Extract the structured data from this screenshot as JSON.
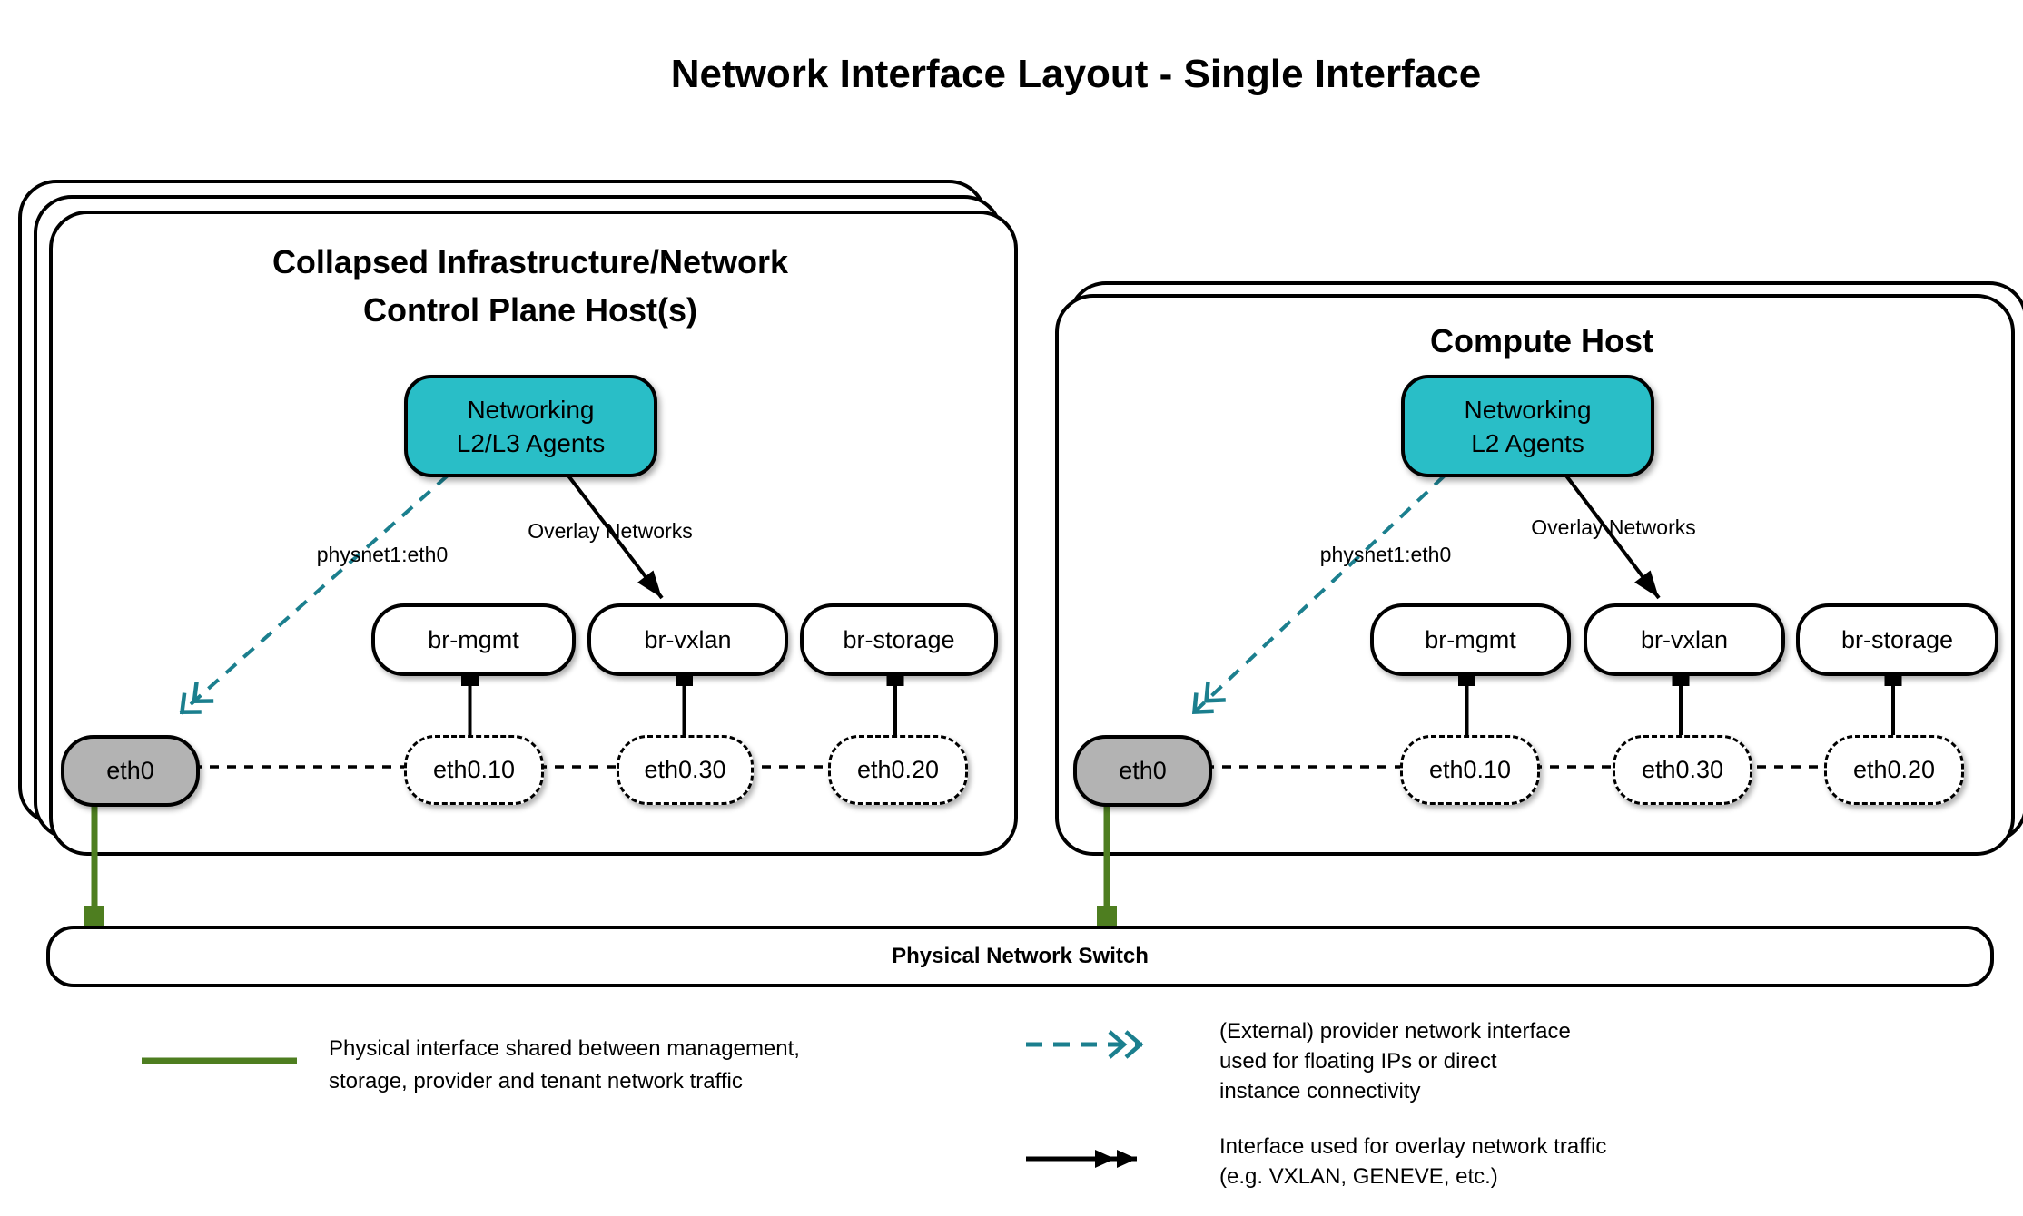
{
  "title": "Network Interface Layout - Single Interface",
  "control_host": {
    "title_line1": "Collapsed Infrastructure/Network",
    "title_line2": "Control Plane Host(s)",
    "agent_label_line1": "Networking",
    "agent_label_line2": "L2/L3 Agents",
    "physnet_label": "physnet1:eth0",
    "overlay_label": "Overlay Networks",
    "bridges": [
      "br-mgmt",
      "br-vxlan",
      "br-storage"
    ],
    "interface": "eth0",
    "subinterfaces": [
      "eth0.10",
      "eth0.30",
      "eth0.20"
    ]
  },
  "compute_host": {
    "title": "Compute Host",
    "agent_label_line1": "Networking",
    "agent_label_line2": "L2 Agents",
    "physnet_label": "physnet1:eth0",
    "overlay_label": "Overlay Networks",
    "bridges": [
      "br-mgmt",
      "br-vxlan",
      "br-storage"
    ],
    "interface": "eth0",
    "subinterfaces": [
      "eth0.10",
      "eth0.30",
      "eth0.20"
    ]
  },
  "switch": {
    "label": "Physical Network Switch"
  },
  "legend": {
    "physical": {
      "line1": "Physical interface shared between management,",
      "line2": "storage, provider and tenant network traffic"
    },
    "provider": {
      "line1": "(External) provider network interface",
      "line2": "used for floating IPs or direct",
      "line3": "instance connectivity"
    },
    "overlay": {
      "line1": "Interface used for overlay network traffic",
      "line2": "(e.g. VXLAN, GENEVE, etc.)"
    }
  },
  "colors": {
    "teal_fill": "#29bec7",
    "teal_arrow": "#1b7f8e",
    "green": "#4e7e20",
    "gray_fill": "#b3b3b3"
  }
}
